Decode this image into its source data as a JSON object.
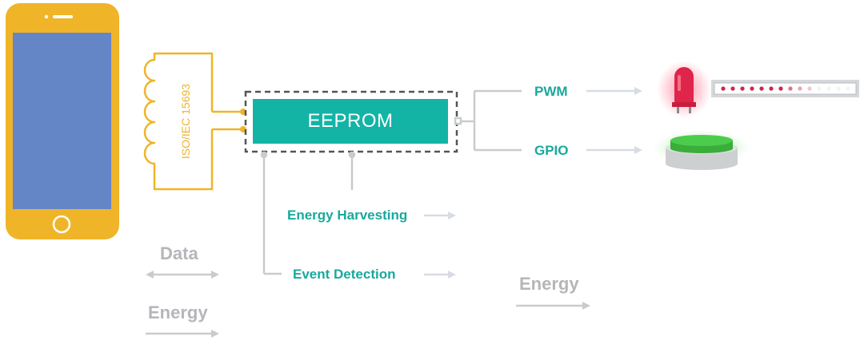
{
  "diagram": {
    "chip_label": "EEPROM",
    "antenna_label": "ISO/IEC 15693",
    "outputs": {
      "pwm": "PWM",
      "gpio": "GPIO"
    },
    "features": {
      "energy_harvesting": "Energy Harvesting",
      "event_detection": "Event Detection"
    },
    "legend": {
      "data": "Data",
      "energy_left": "Energy",
      "energy_right": "Energy"
    }
  },
  "colors": {
    "phone": "#f0b429",
    "screen": "#6485c6",
    "chip": "#13b4a6",
    "teal_text": "#19a99c",
    "wire": "#c9cbcd",
    "arrow": "#d7dce3",
    "led": "#e0254a",
    "button_green": "#3ec13e"
  }
}
